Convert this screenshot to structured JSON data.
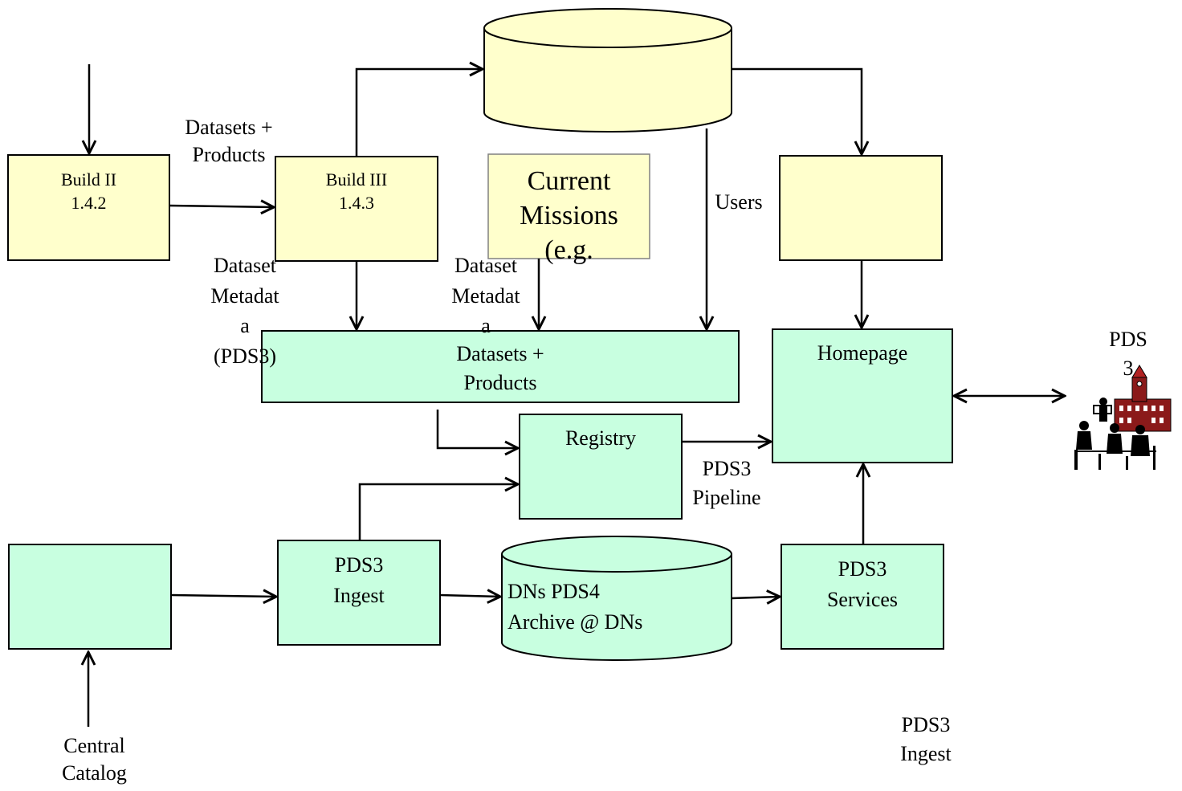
{
  "colors": {
    "yellow_fill": "#ffffcc",
    "green_fill": "#c8ffe0",
    "stroke": "#000000",
    "current_missions_border": "#808080"
  },
  "nodes": {
    "build2": "Build II\n1.4.2",
    "build3": "Build III\n1.4.3",
    "current_missions": "Current\nMissions\n(e.g.",
    "datasets_products_box": "Datasets +\nProducts",
    "homepage": "Homepage",
    "registry": "Registry",
    "pds3_ingest": "PDS3\nIngest",
    "archive_db": "DNs   PDS4\nArchive @ DNs",
    "pds3_services": "PDS3\nServices"
  },
  "edge_labels": {
    "datasets_products_top": "Datasets +\nProducts",
    "users": "Users",
    "dataset_metadata_left": "Dataset\nMetadat\na\n(PDS3)",
    "dataset_metadata_right": "Dataset\nMetadat\na",
    "pds3_pipeline": "PDS3\nPipeline",
    "central_catalog": "Central\nCatalog"
  },
  "floating_labels": {
    "pds3_top_right": "PDS\n3",
    "pds3_ingest_bottom": "PDS3\nIngest"
  },
  "icons": {
    "community": "building-with-people-icon"
  }
}
